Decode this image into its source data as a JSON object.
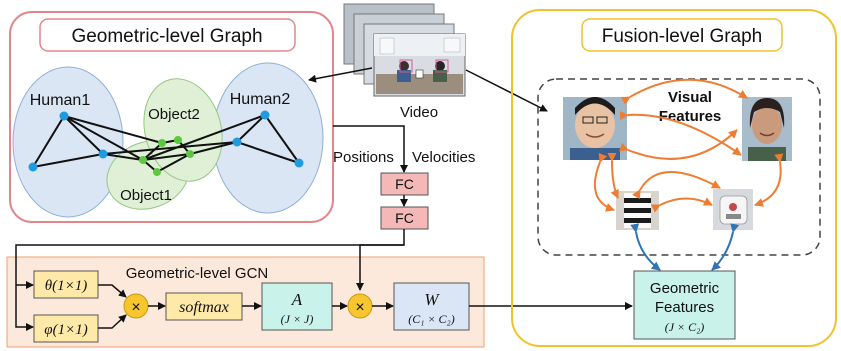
{
  "geometric_graph": {
    "title": "Geometric-level Graph",
    "human1": "Human1",
    "human2": "Human2",
    "object1": "Object1",
    "object2": "Object2"
  },
  "video": {
    "label": "Video"
  },
  "flow": {
    "positions": "Positions",
    "velocities": "Velocities",
    "fc1": "FC",
    "fc2": "FC"
  },
  "gcn": {
    "title": "Geometric-level GCN",
    "theta": "θ(1×1)",
    "phi": "φ(1×1)",
    "softmax": "softmax",
    "a_label": "A",
    "a_dims": "(J × J)",
    "w_label": "W",
    "w_dims": "(C₁ × C₂)",
    "multiply": "×"
  },
  "fusion": {
    "title": "Fusion-level Graph",
    "visual_line1": "Visual",
    "visual_line2": "Features",
    "geo_line1": "Geometric",
    "geo_line2": "Features",
    "geo_dims": "(J × C₂)"
  },
  "colors": {
    "red_frame": "#e3868a",
    "yellow_frame": "#f2c12e",
    "gcn_bg": "#fde9dc",
    "fc_fill": "#f4b8b8",
    "op_fill": "#ffe9a8",
    "teal_fill": "#c9f2ea",
    "blue_fill": "#dae6f6",
    "ellipse_blue": "#dbe6f5",
    "ellipse_green": "#dff0d6",
    "orange_arrow": "#ed7d31",
    "blue_arrow": "#2e75b6",
    "node_blue": "#1f9be0",
    "node_green": "#5cc840"
  }
}
